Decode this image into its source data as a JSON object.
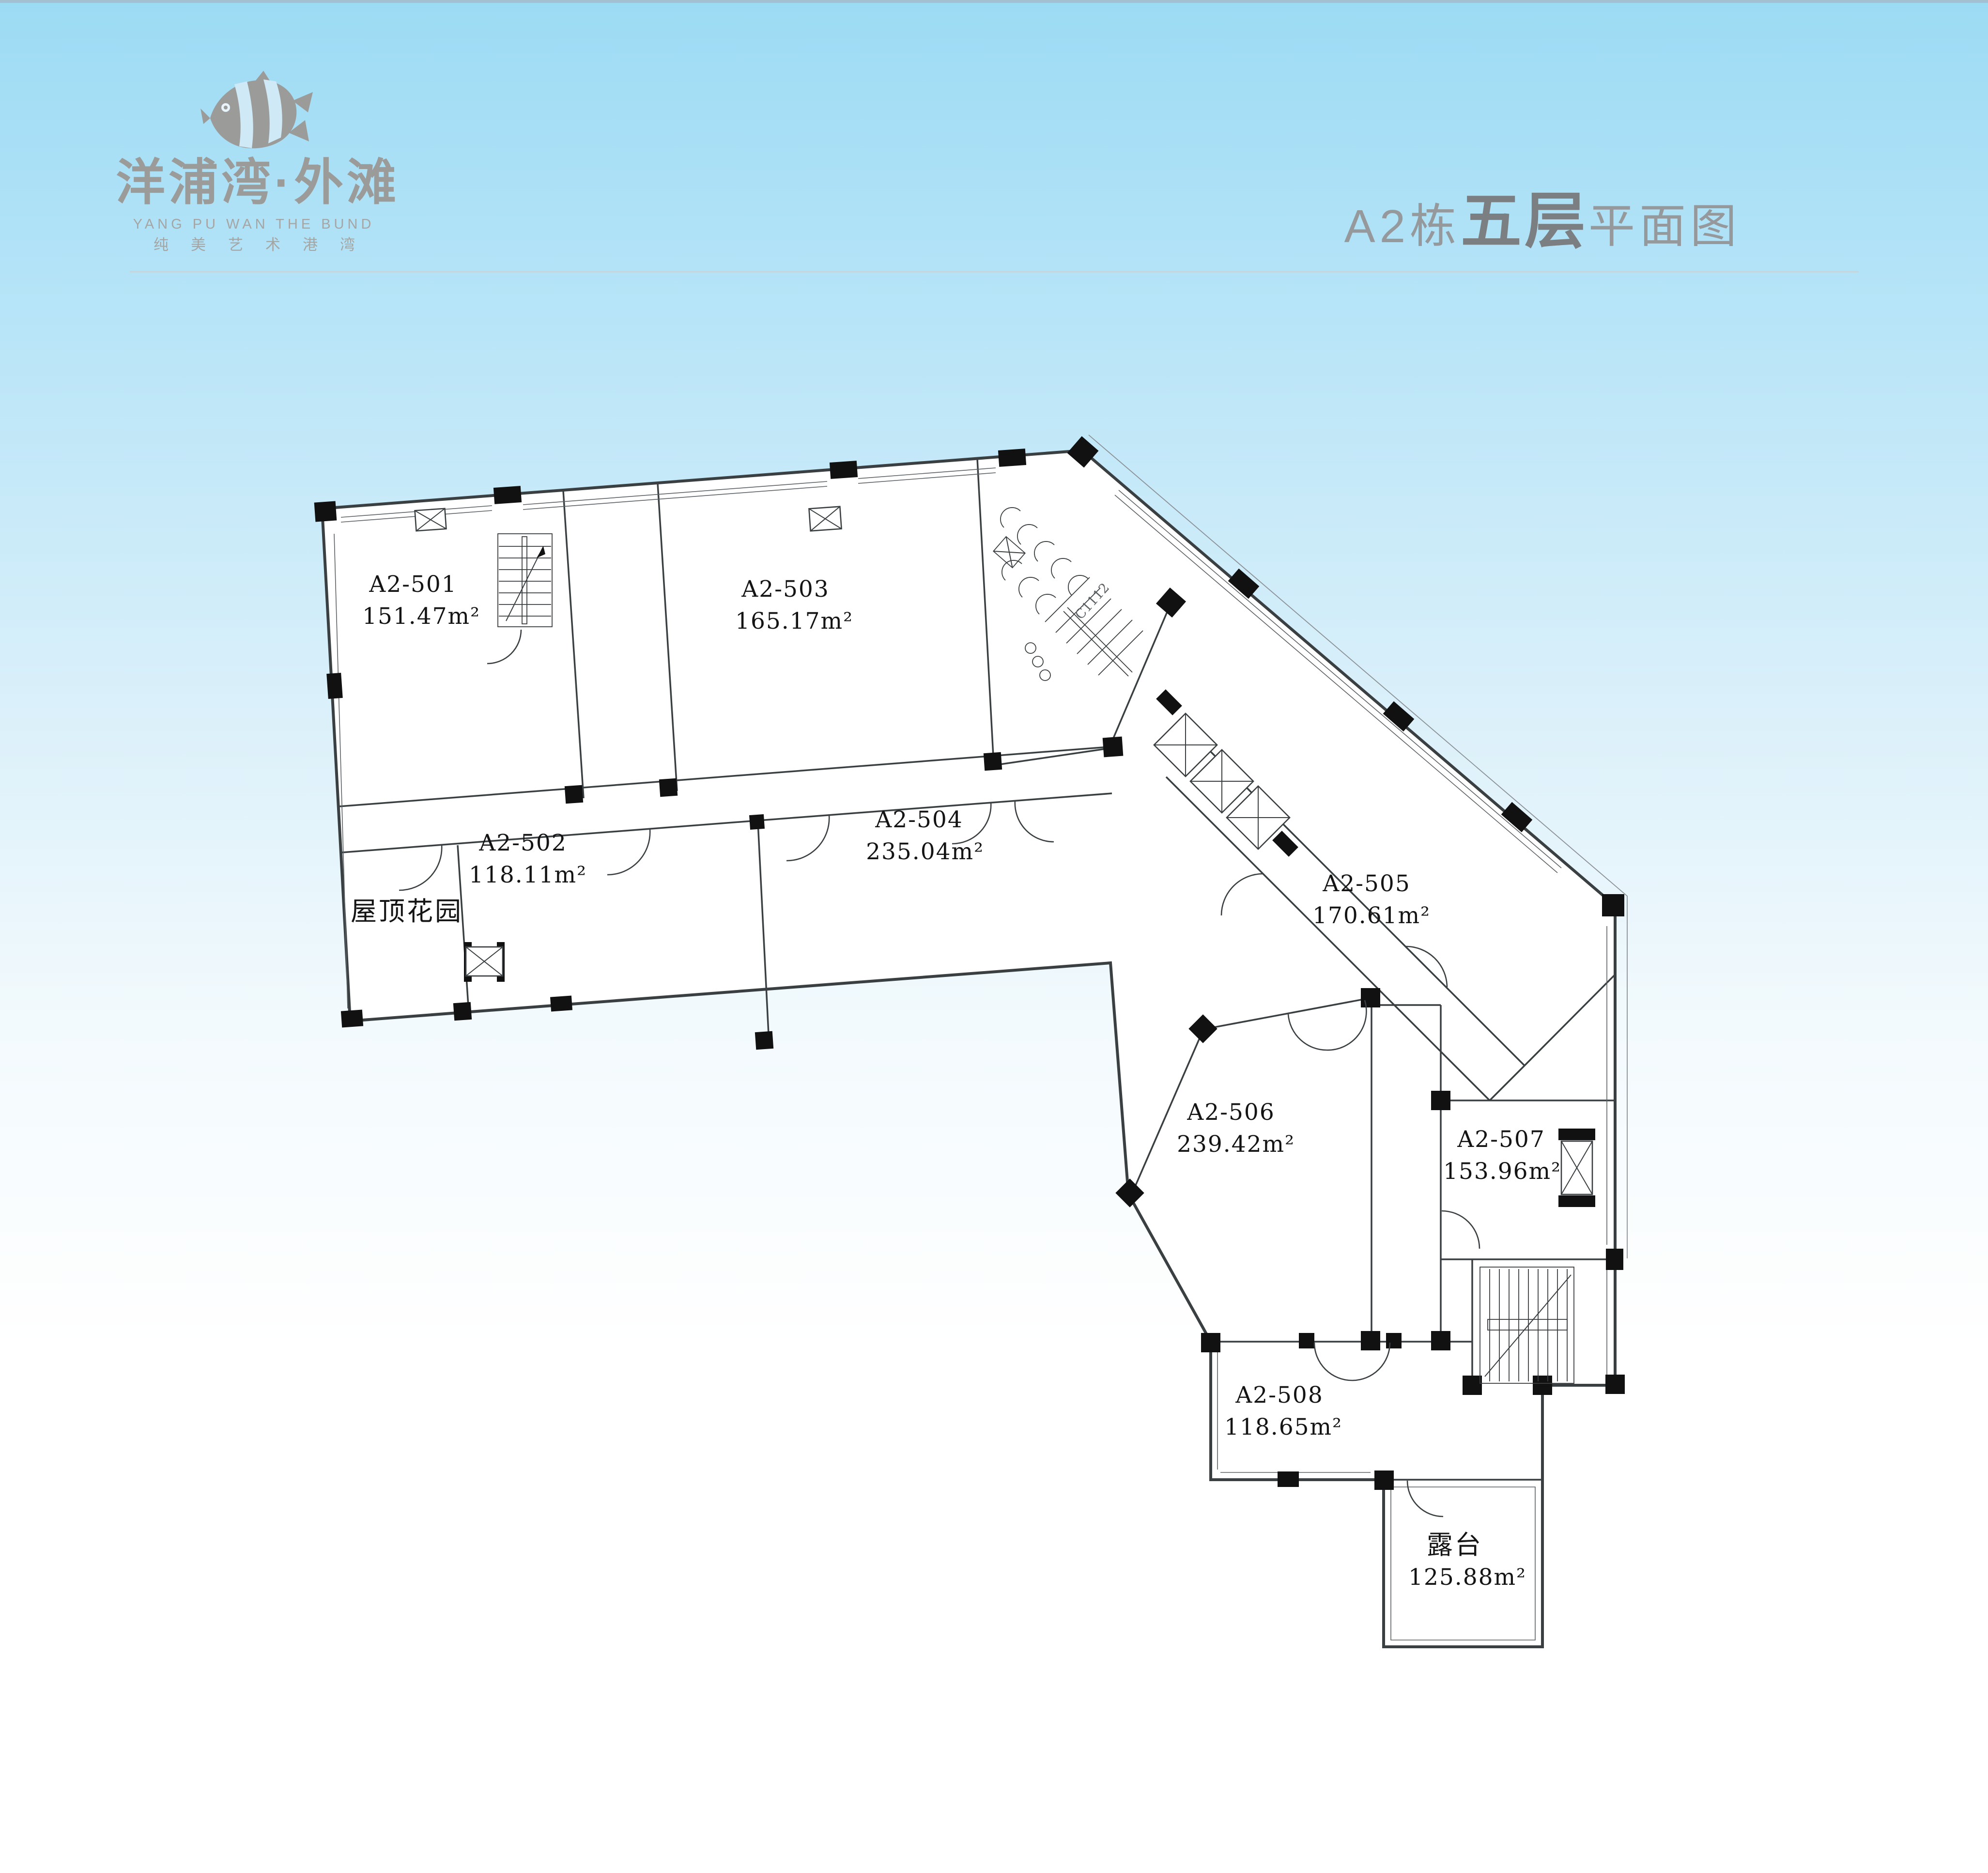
{
  "page": {
    "background_top": "#9cdbf4",
    "background_bottom": "#ffffff"
  },
  "header": {
    "logo": {
      "icon": "tropical-fish-icon",
      "brand": "洋浦湾·外滩",
      "brand_en": "YANG PU WAN THE BUND",
      "tagline": "纯美艺术港湾",
      "color": "#9b9b99"
    },
    "title": {
      "building": "A2栋",
      "floor": "五层",
      "suffix": "平面图"
    }
  },
  "plan": {
    "rooms": [
      {
        "id": "A2-501",
        "area": "151.47m²"
      },
      {
        "id": "A2-502",
        "area": "118.11m²"
      },
      {
        "id": "A2-503",
        "area": "165.17m²"
      },
      {
        "id": "A2-504",
        "area": "235.04m²"
      },
      {
        "id": "A2-505",
        "area": "170.61m²"
      },
      {
        "id": "A2-506",
        "area": "239.42m²"
      },
      {
        "id": "A2-507",
        "area": "153.96m²"
      },
      {
        "id": "A2-508",
        "area": "118.65m²"
      }
    ],
    "garden_label": "屋顶花园",
    "terrace": {
      "name": "露台",
      "area": "125.88m²"
    },
    "door_code": "C1112",
    "line_color": "#3a3f42"
  }
}
